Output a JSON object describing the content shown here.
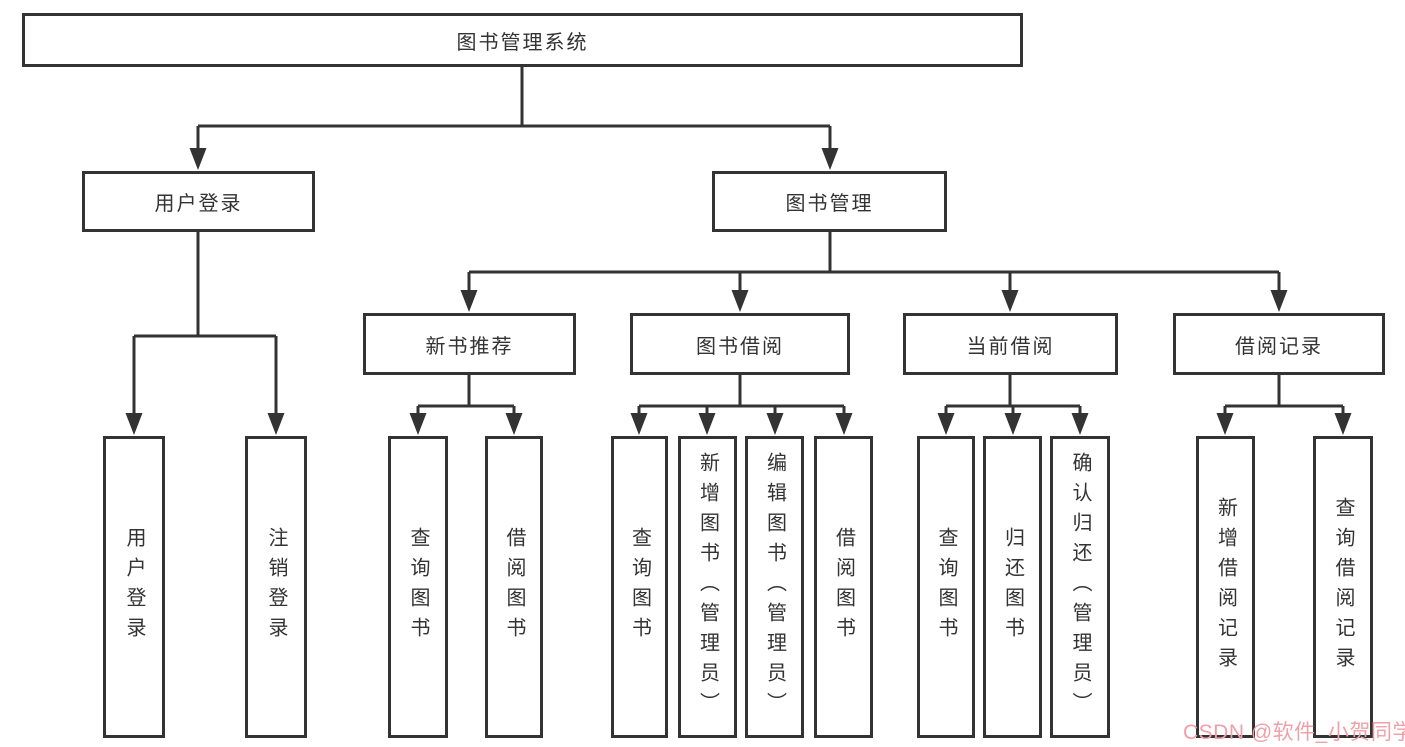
{
  "colors": {
    "line": "#333333",
    "box_border": "#333333",
    "text": "#333333",
    "background": "#ffffff"
  },
  "watermark": {
    "text": "CSDN @软件_小贺同学",
    "color": "#efa0a9"
  },
  "tree": {
    "label": "图书管理系统",
    "children": [
      {
        "label": "用户登录",
        "children": [
          {
            "label": "用户登录"
          },
          {
            "label": "注销登录"
          }
        ]
      },
      {
        "label": "图书管理",
        "children": [
          {
            "label": "新书推荐",
            "children": [
              {
                "label": "查询图书"
              },
              {
                "label": "借阅图书"
              }
            ]
          },
          {
            "label": "图书借阅",
            "children": [
              {
                "label": "查询图书"
              },
              {
                "label": "新增图书（管理员）"
              },
              {
                "label": "编辑图书（管理员）"
              },
              {
                "label": "借阅图书"
              }
            ]
          },
          {
            "label": "当前借阅",
            "children": [
              {
                "label": "查询图书"
              },
              {
                "label": "归还图书"
              },
              {
                "label": "确认归还（管理员）"
              }
            ]
          },
          {
            "label": "借阅记录",
            "children": [
              {
                "label": "新增借阅记录"
              },
              {
                "label": "查询借阅记录"
              }
            ]
          }
        ]
      }
    ]
  }
}
